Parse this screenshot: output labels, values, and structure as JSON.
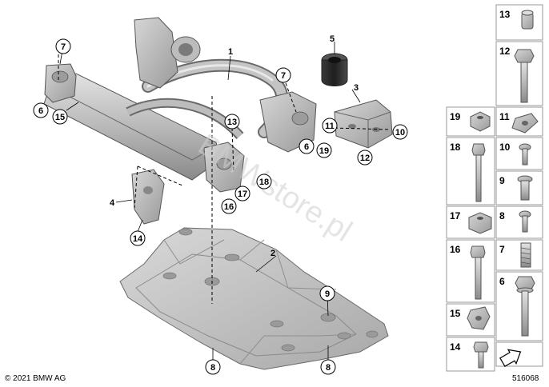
{
  "diagram": {
    "callouts": [
      {
        "id": "c7a",
        "label": "7"
      },
      {
        "id": "c6a",
        "label": "6"
      },
      {
        "id": "c15",
        "label": "15"
      },
      {
        "id": "c7b",
        "label": "7"
      },
      {
        "id": "c13",
        "label": "13"
      },
      {
        "id": "c11",
        "label": "11"
      },
      {
        "id": "c10",
        "label": "10"
      },
      {
        "id": "c6b",
        "label": "6"
      },
      {
        "id": "c19",
        "label": "19"
      },
      {
        "id": "c12",
        "label": "12"
      },
      {
        "id": "c17",
        "label": "17"
      },
      {
        "id": "c18",
        "label": "18"
      },
      {
        "id": "c16",
        "label": "16"
      },
      {
        "id": "c14",
        "label": "14"
      },
      {
        "id": "c9",
        "label": "9"
      },
      {
        "id": "c8a",
        "label": "8"
      },
      {
        "id": "c8b",
        "label": "8"
      }
    ],
    "part_labels": [
      {
        "id": "p1",
        "label": "1"
      },
      {
        "id": "p2",
        "label": "2"
      },
      {
        "id": "p3",
        "label": "3"
      },
      {
        "id": "p4",
        "label": "4"
      },
      {
        "id": "p5",
        "label": "5"
      }
    ],
    "watermark": "BMWstore.pl",
    "copyright": "© 2021 BMW AG",
    "diagram_number": "516068"
  },
  "parts_grid": {
    "cells": [
      {
        "num": "13",
        "icon": "cap-nut-icon"
      },
      {
        "num": "12",
        "icon": "hex-bolt-icon"
      },
      {
        "num": "19",
        "icon": "hex-nut-icon"
      },
      {
        "num": "11",
        "icon": "clip-nut-icon"
      },
      {
        "num": "18",
        "icon": "long-bolt-icon"
      },
      {
        "num": "10",
        "icon": "short-screw-icon"
      },
      {
        "num": "9",
        "icon": "flange-sleeve-icon"
      },
      {
        "num": "17",
        "icon": "square-nut-icon"
      },
      {
        "num": "8",
        "icon": "small-screw-icon"
      },
      {
        "num": "16",
        "icon": "shaft-bolt-icon"
      },
      {
        "num": "7",
        "icon": "threaded-insert-icon"
      },
      {
        "num": "6",
        "icon": "flange-bolt-icon"
      },
      {
        "num": "15",
        "icon": "spring-clip-icon"
      },
      {
        "num": "14",
        "icon": "stud-bolt-icon"
      }
    ]
  }
}
